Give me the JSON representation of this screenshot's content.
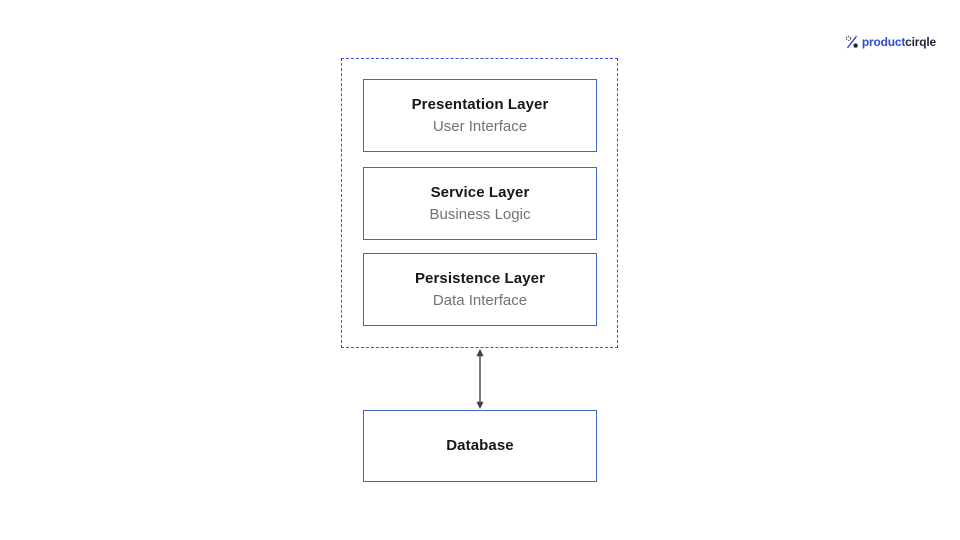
{
  "logo": {
    "icon": "percent-dots-logo-icon",
    "text_primary": "product",
    "text_secondary": "cirqle",
    "color_primary": "#2f4bd7",
    "color_secondary": "#23263a"
  },
  "diagram": {
    "container": {
      "name": "application-layers-group",
      "border_color": "#3b57d4"
    },
    "layers": [
      {
        "title": "Presentation Layer",
        "subtitle": "User Interface"
      },
      {
        "title": "Service Layer",
        "subtitle": "Business Logic"
      },
      {
        "title": "Persistence Layer",
        "subtitle": "Data Interface"
      }
    ],
    "database": {
      "title": "Database"
    },
    "connector": {
      "type": "double-headed-vertical-arrow",
      "color": "#3f4246"
    },
    "colors": {
      "box_border": "#4166c5",
      "title_text": "#18181b",
      "subtitle_text": "#6f7278",
      "background": "#ffffff"
    }
  }
}
